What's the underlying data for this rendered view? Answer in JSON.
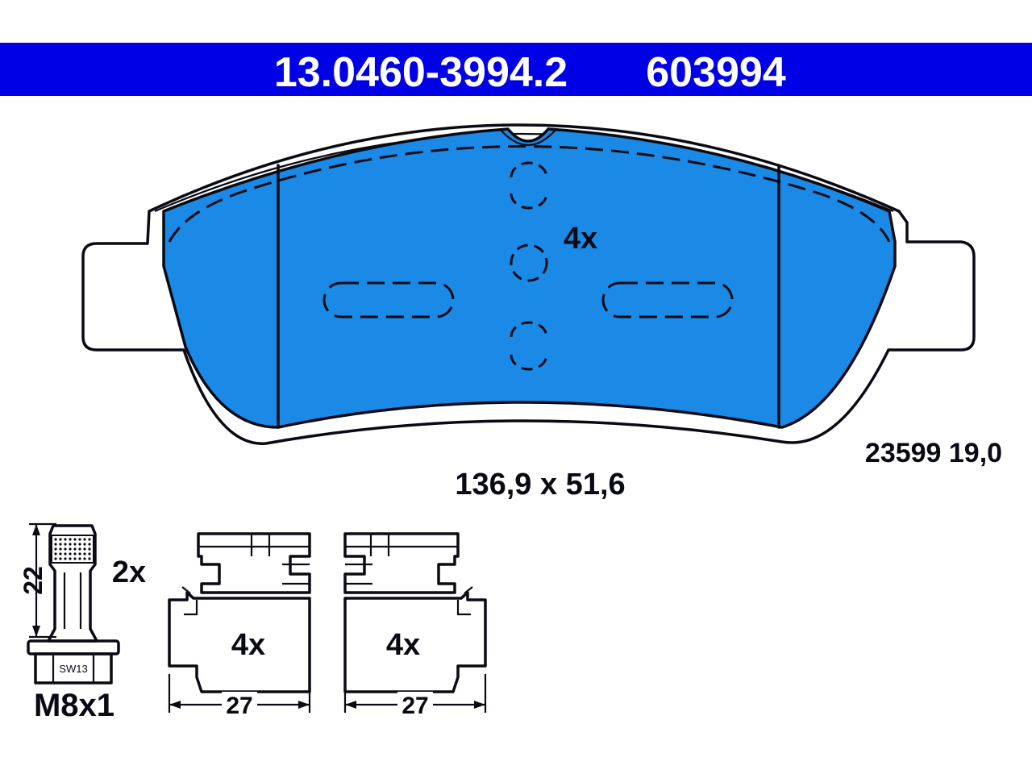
{
  "header": {
    "part_number": "13.0460-3994.2",
    "article_number": "603994",
    "band_color": "#0000e6",
    "text_color": "#ffffff"
  },
  "pad": {
    "fill_color": "#1a8ae6",
    "quantity_label": "4x",
    "dimensions": "136,9 x 51,6",
    "reference": "23599 19,0"
  },
  "bolt": {
    "length_label": "22",
    "quantity_label": "2x",
    "wrench_label": "SW13",
    "thread_label": "M8x1"
  },
  "clips": [
    {
      "quantity_label": "4x",
      "width_label": "27"
    },
    {
      "quantity_label": "4x",
      "width_label": "27"
    }
  ]
}
